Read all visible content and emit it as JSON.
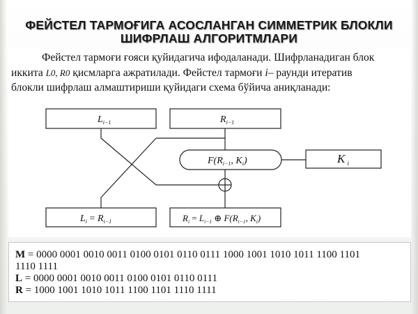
{
  "title": "ФЕЙСТЕЛ ТАРМОҒИГА АСОСЛАНГАН СИММЕТРИК БЛОКЛИ ШИФРЛАШ АЛГОРИТМЛАРИ",
  "paragraph": {
    "line1": "Фейстел тармоғи ғояси қуйидагича ифодаланади. Шифрланадиган блок",
    "line2_a": "иккита",
    "line2_vars": "L0, R0",
    "line2_b": "қисмларга ажратилади. Фейстел тармоғи",
    "line2_i": "i",
    "line2_c": "– раунди итератив",
    "line3": "блокли шифрлаш алмаштириши қуйидаги схема бўйича аниқланади:"
  },
  "diagram": {
    "box_left_top": {
      "main": "L",
      "sub": "i−1"
    },
    "box_right_top": {
      "main": "R",
      "sub": "i−1"
    },
    "function_box": {
      "prefix": "F(",
      "r": "R",
      "r_sub": "i−1",
      "sep": ", ",
      "k": "K",
      "k_sub": "i",
      "suffix": ")"
    },
    "key_box": {
      "main": "K",
      "sub": "i"
    },
    "box_left_bottom": {
      "l": "L",
      "l_sub": "i",
      "eq": " = ",
      "r": "R",
      "r_sub": "i−1"
    },
    "box_right_bottom": {
      "r": "R",
      "r_sub": "i",
      "eq": " = ",
      "l": "L",
      "l_sub": "i−1",
      "op": " ⊕ ",
      "f": "F(",
      "fr": "R",
      "fr_sub": "i−1",
      "fsep": ", ",
      "fk": "K",
      "fk_sub": "i",
      "fend": ")"
    },
    "xor_symbol": "⊕"
  },
  "bottom": {
    "m_label": "M",
    "m_value_1": " = 0000 0001 0010 0011 0100 0101 0110 0111 1000 1001 1010 1011 1100 1101",
    "m_value_2": "1110 1111",
    "l_label": "L",
    "l_value": " = 0000 0001 0010 0011 0100 0101 0110 0111",
    "r_label": "R",
    "r_value": " = 1000 1001 1010 1011 1100 1101 1110 1111"
  }
}
